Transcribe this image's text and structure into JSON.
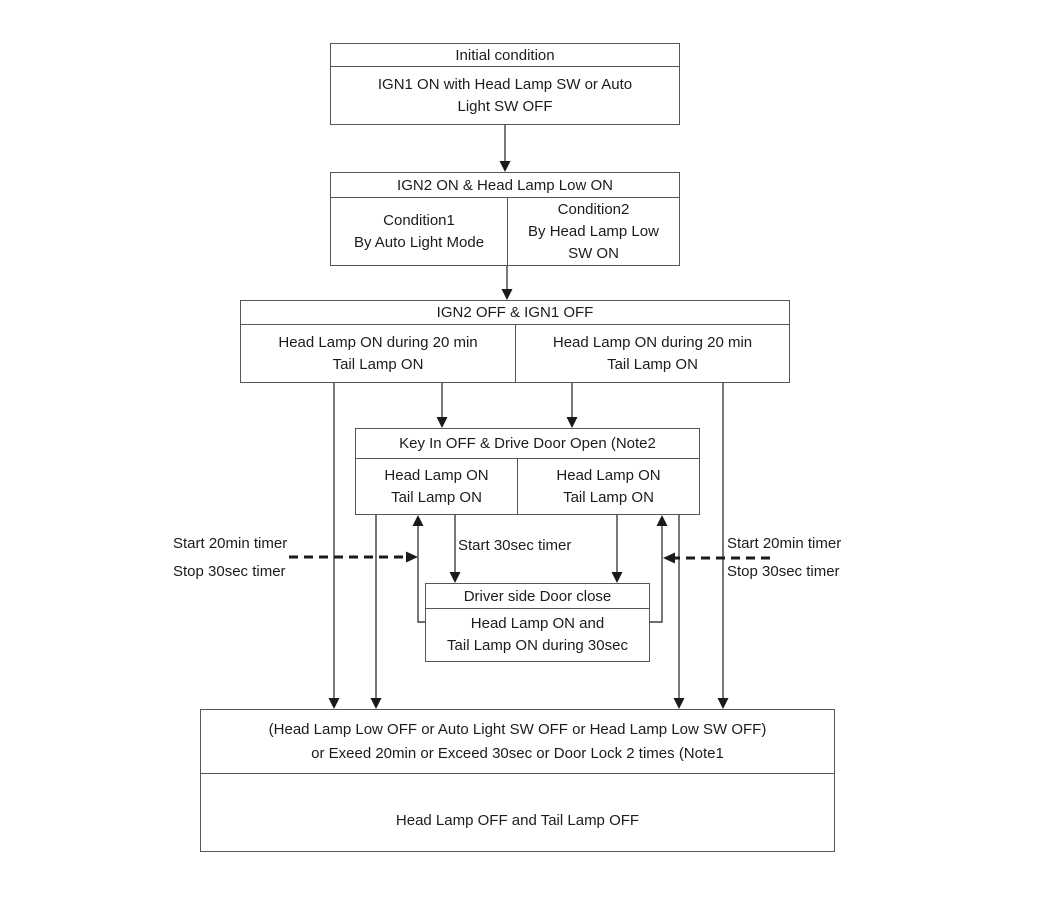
{
  "boxes": {
    "initial": {
      "header": "Initial condition",
      "body": "IGN1 ON with Head Lamp SW or Auto\nLight SW OFF"
    },
    "ign2_on": {
      "header": "IGN2 ON & Head Lamp Low ON",
      "condition1": "Condition1\nBy Auto Light Mode",
      "condition2": "Condition2\nBy Head Lamp Low\nSW ON"
    },
    "ign_off": {
      "header": "IGN2 OFF & IGN1 OFF",
      "left_cell": "Head Lamp ON during 20 min\nTail Lamp ON",
      "right_cell": "Head Lamp ON during 20 min\nTail Lamp ON"
    },
    "key_in": {
      "header": "Key In OFF & Drive Door Open (Note2",
      "left_cell": "Head Lamp ON\nTail Lamp ON",
      "right_cell": "Head Lamp ON\nTail Lamp ON"
    },
    "door_close": {
      "header": "Driver side Door close",
      "body": "Head Lamp ON and\nTail Lamp ON during 30sec"
    },
    "final": {
      "header": "(Head Lamp Low OFF or Auto Light SW OFF or Head Lamp Low SW OFF)\nor Exeed 20min or Exceed 30sec or Door Lock 2 times (Note1",
      "body": "Head Lamp OFF and Tail Lamp OFF"
    }
  },
  "annotations": {
    "left_timer": "Start 20min timer\nStop 30sec timer",
    "right_timer": "Start 20min timer\nStop 30sec timer",
    "mid_timer": "Start 30sec timer"
  },
  "colors": {
    "background": "#ffffff",
    "box_border": "#565656",
    "text": "#1c1c1c",
    "connector": "#3f3f3f",
    "dashed_arrow": "#1a1a1a"
  }
}
